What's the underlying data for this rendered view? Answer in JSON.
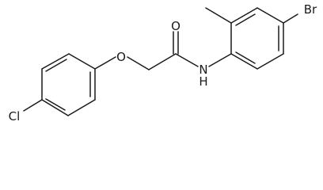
{
  "atoms": {
    "O_ether": "O",
    "O_carbonyl": "O",
    "NH": "N\nH",
    "N": "N",
    "H": "H",
    "Cl": "Cl",
    "Br": "Br"
  },
  "colors": {
    "bond": "#1a1a1a",
    "background": "#ffffff"
  }
}
